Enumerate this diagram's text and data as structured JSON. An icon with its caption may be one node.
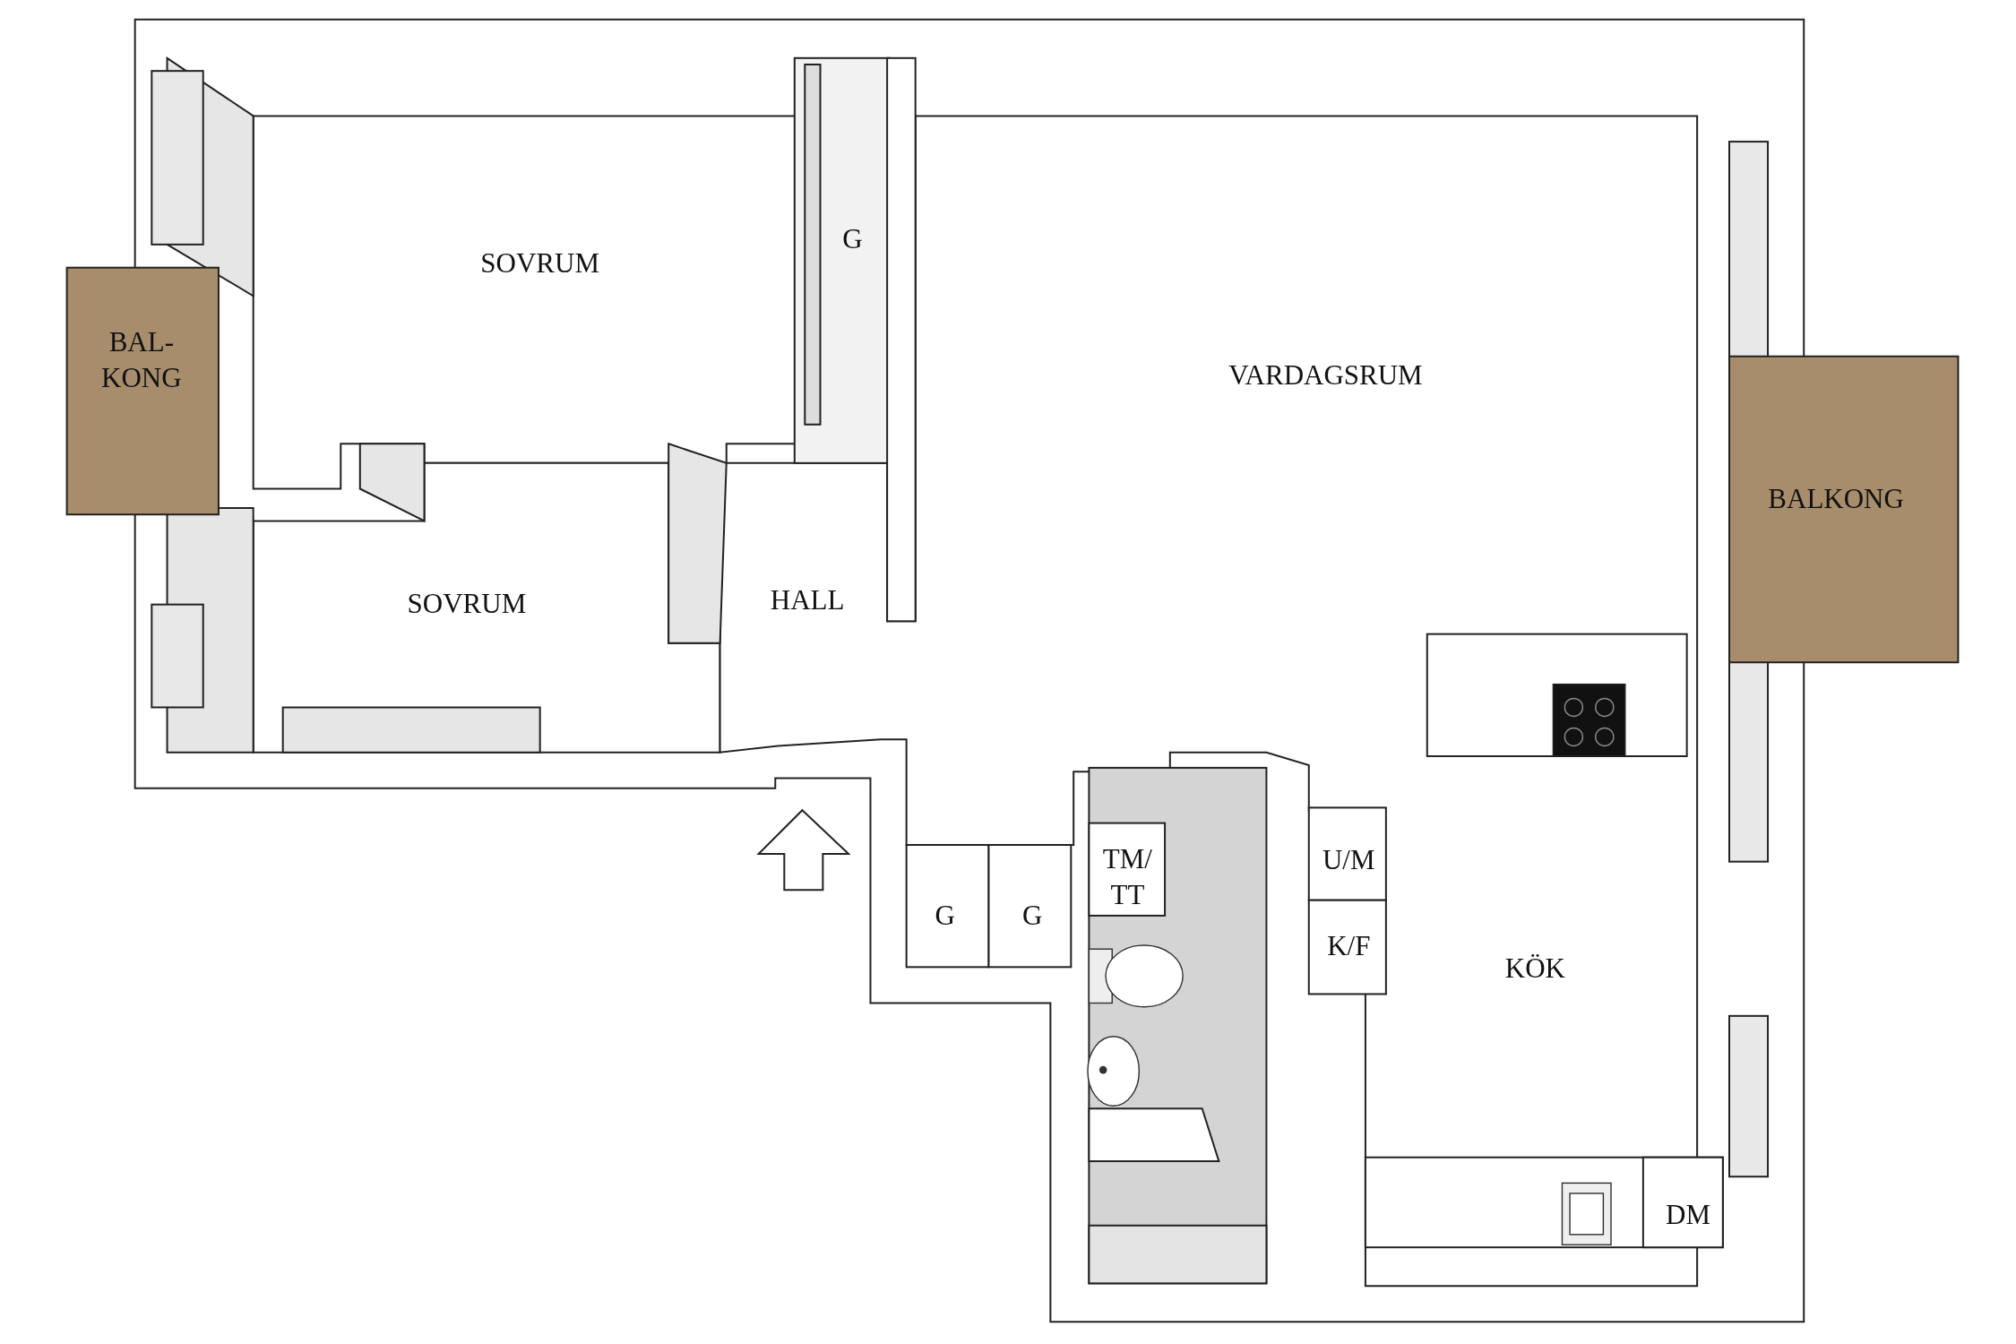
{
  "diagram": {
    "labels": [
      "G",
      "SOVRUM",
      "BAL- KONG",
      "VARDAGSRUM",
      "BALKONG",
      "SOVRUM",
      "HALL",
      "TM/ TT",
      "U/M",
      "G",
      "G",
      "K/F",
      "KÖK",
      "DM"
    ]
  }
}
